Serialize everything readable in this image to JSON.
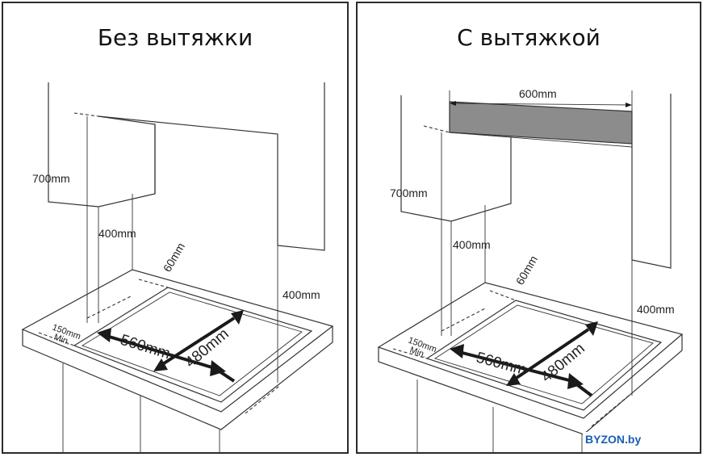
{
  "panels": {
    "left": {
      "title": "Без вытяжки",
      "labels": {
        "upper_height": "700mm",
        "cabinet_gap": "400mm",
        "side_gap": "400mm",
        "back_gap": "60mm",
        "front_gap_line1": "150mm",
        "front_gap_line2": "Min.",
        "cutout_width": "560mm",
        "cutout_depth": "480mm"
      }
    },
    "right": {
      "title": "С вытяжкой",
      "labels": {
        "hood_width": "600mm",
        "upper_height": "700mm",
        "cabinet_gap": "400mm",
        "side_gap": "400mm",
        "back_gap": "60mm",
        "front_gap_line1": "150mm",
        "front_gap_line2": "Min.",
        "cutout_width": "560mm",
        "cutout_depth": "480mm"
      }
    }
  },
  "watermark": "BYZON.by",
  "colors": {
    "line": "#333333",
    "hood_fill": "#8c8c8c",
    "watermark": "#1a5fb4"
  }
}
